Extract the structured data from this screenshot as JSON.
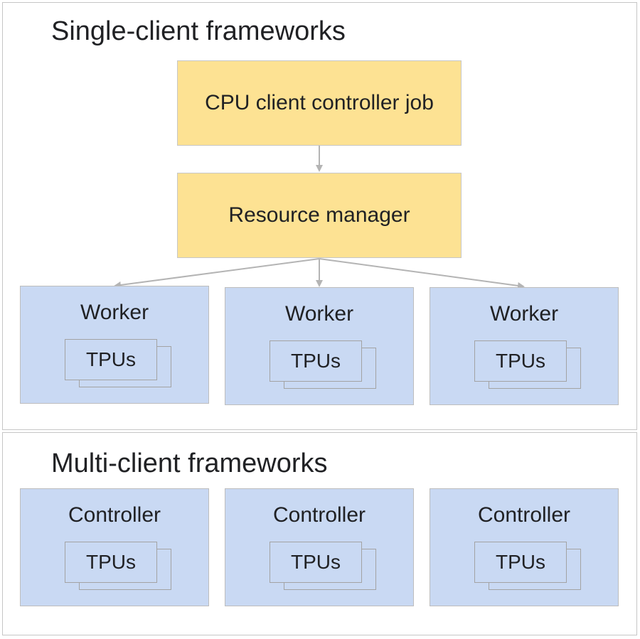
{
  "single_client": {
    "title": "Single-client frameworks",
    "controller_job": "CPU client controller job",
    "resource_manager": "Resource manager",
    "workers": [
      {
        "label": "Worker",
        "tpus": "TPUs"
      },
      {
        "label": "Worker",
        "tpus": "TPUs"
      },
      {
        "label": "Worker",
        "tpus": "TPUs"
      }
    ]
  },
  "multi_client": {
    "title": "Multi-client frameworks",
    "controllers": [
      {
        "label": "Controller",
        "tpus": "TPUs"
      },
      {
        "label": "Controller",
        "tpus": "TPUs"
      },
      {
        "label": "Controller",
        "tpus": "TPUs"
      }
    ]
  },
  "colors": {
    "yellow_box": "#fde293",
    "blue_box": "#c9d9f3",
    "arrow": "#b4b4b4"
  }
}
